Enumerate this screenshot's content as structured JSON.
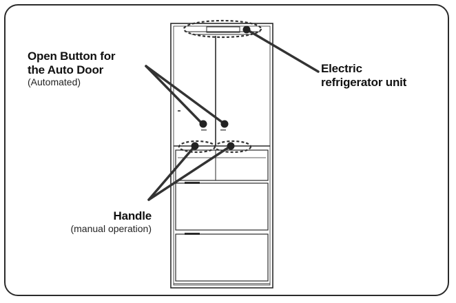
{
  "labels": {
    "open_button": {
      "line1": "Open Button for",
      "line2": "the Auto Door",
      "note": "(Automated)"
    },
    "electric_unit": {
      "line1": "Electric",
      "line2": "refrigerator unit"
    },
    "handle": {
      "line1": "Handle",
      "note": "(manual operation)"
    }
  },
  "colors": {
    "outline": "#2a2a2a",
    "leader": "#333333"
  }
}
